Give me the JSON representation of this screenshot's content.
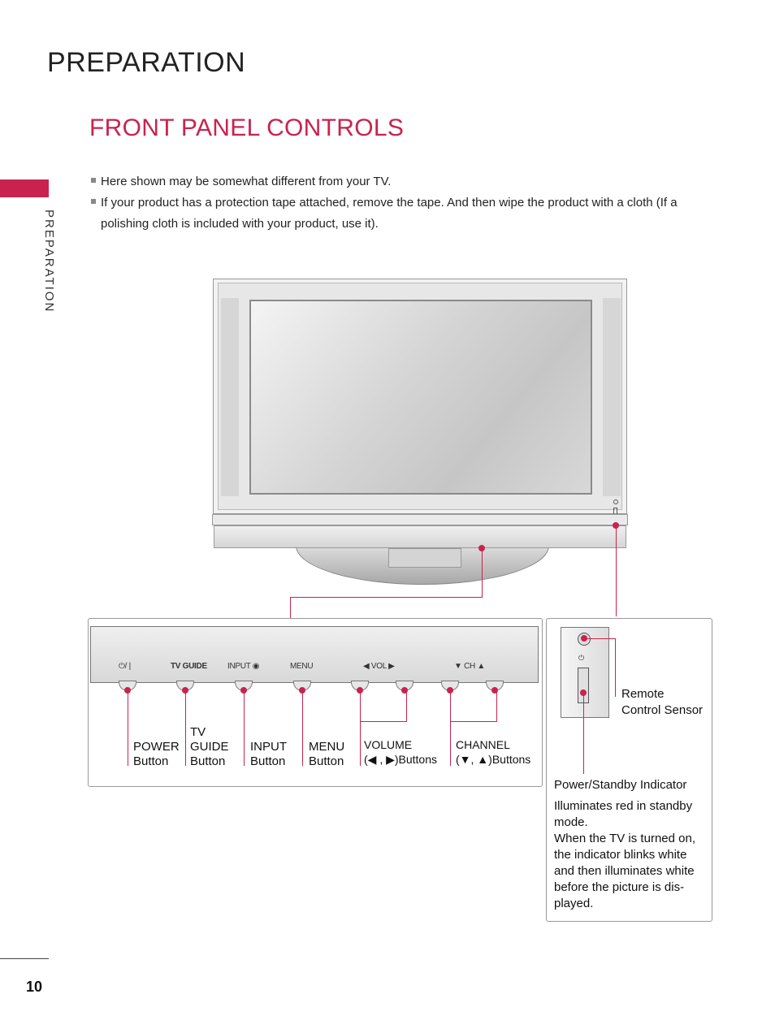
{
  "header": {
    "title": "PREPARATION",
    "side_label": "PREPARATION"
  },
  "section": {
    "title": "FRONT PANEL CONTROLS"
  },
  "notes": [
    {
      "line1": "Here shown may be somewhat different from your TV.",
      "line2": ""
    },
    {
      "line1": "If your product has a protection tape attached, remove the tape. And then wipe the product with a cloth (If a",
      "line2": "polishing cloth is included with your product, use it)."
    }
  ],
  "panel_text": {
    "power": "⏻/ |",
    "tv_guide": "TV GUIDE",
    "input": "INPUT ◉",
    "menu": "MENU",
    "vol": "◀ VOL ▶",
    "ch": "▼  CH  ▲"
  },
  "buttons": {
    "power": {
      "line1": "POWER",
      "line2": "Button"
    },
    "tv_guide": {
      "line1": "TV",
      "line2": "GUIDE",
      "line3": "Button"
    },
    "input": {
      "line1": "INPUT",
      "line2": "Button"
    },
    "menu": {
      "line1": "MENU",
      "line2": "Button"
    },
    "volume": {
      "line1": "VOLUME",
      "line2": "(◀ , ▶)Buttons"
    },
    "channel": {
      "line1": "CHANNEL",
      "line2": "(▼, ▲)Buttons"
    }
  },
  "sensor": {
    "remote_line1": "Remote",
    "remote_line2": "Control Sensor",
    "power_icon": "⏻",
    "indicator_title": "Power/Standby Indicator",
    "indicator_desc": [
      "Illuminates red in standby",
      "mode.",
      "When the TV is turned on,",
      "the indicator blinks white",
      "and then illuminates white",
      "before the picture is dis-",
      "played."
    ]
  },
  "footer": {
    "page_number": "10"
  },
  "colors": {
    "accent": "#c8234f"
  }
}
